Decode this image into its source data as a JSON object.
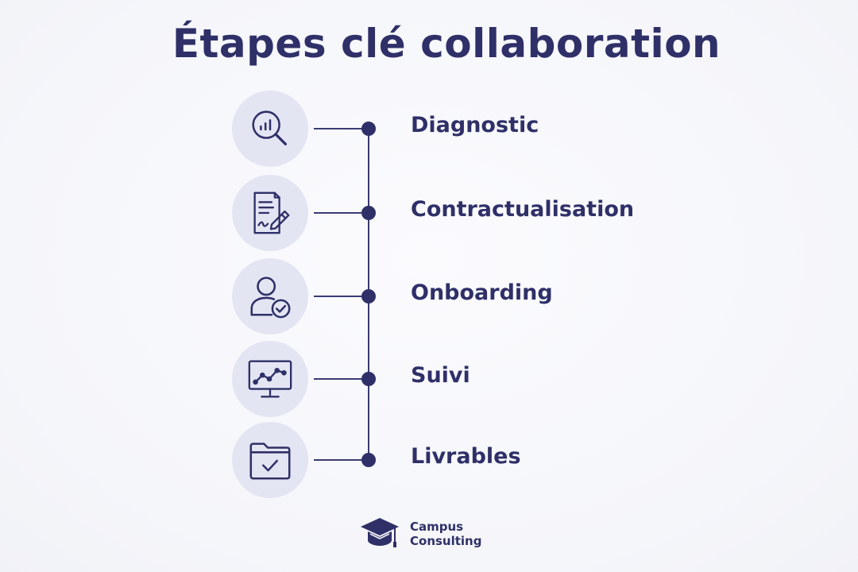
{
  "title": "Étapes clé collaboration",
  "steps": [
    {
      "label": "Diagnostic",
      "icon": "magnifier-chart-icon"
    },
    {
      "label": "Contractualisation",
      "icon": "contract-signature-icon"
    },
    {
      "label": "Onboarding",
      "icon": "user-check-icon"
    },
    {
      "label": "Suivi",
      "icon": "monitor-chart-icon"
    },
    {
      "label": "Livrables",
      "icon": "folder-check-icon"
    }
  ],
  "logo": {
    "line1": "Campus",
    "line2": "Consulting",
    "icon": "graduation-cap-icon"
  },
  "colors": {
    "background": "#f6f7fb",
    "primary": "#2f3068",
    "icon_circle": "#e4e5f3"
  }
}
